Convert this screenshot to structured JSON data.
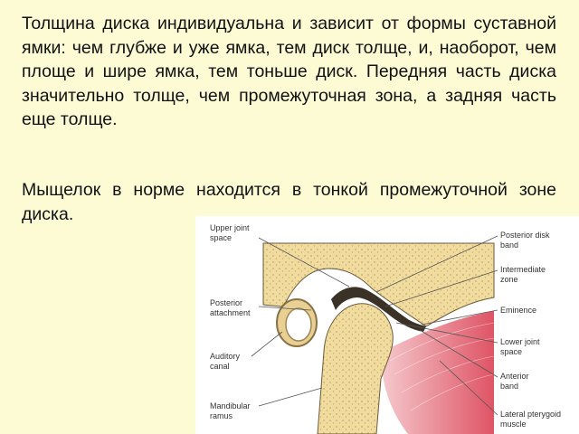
{
  "paragraph1": "Толщина диска индивидуальна и зависит от формы суставной ямки: чем глубже и уже ямка, тем диск толще, и, наоборот, чем площе и шире ямка, тем тоньше диск. Передняя часть диска значительно толще, чем промежуточная зона, а задняя часть еще толще.",
  "paragraph2": "Мыщелок в норме находится в тонкой промежуточной зоне диска.",
  "figure": {
    "labels": {
      "upper_joint_space": [
        "Upper joint",
        "space"
      ],
      "posterior_attachment": [
        "Posterior",
        "attachment"
      ],
      "auditory_canal": [
        "Auditory",
        "canal"
      ],
      "mandibular_ramus": [
        "Mandibular",
        "ramus"
      ],
      "posterior_disk_band": [
        "Posterior disk",
        "band"
      ],
      "intermediate_zone": [
        "Intermediate",
        "zone"
      ],
      "eminence": [
        "Eminence"
      ],
      "lower_joint_space": [
        "Lower joint",
        "space"
      ],
      "anterior_band": [
        "Anterior",
        "band"
      ],
      "lateral_pterygoid_muscle": [
        "Lateral pterygoid",
        "muscle"
      ]
    },
    "colors": {
      "bone": "#f1dca0",
      "bone_dots": "#c9a868",
      "disk": "#3a3226",
      "muscle": "#d9364a",
      "leader": "#555555"
    }
  }
}
